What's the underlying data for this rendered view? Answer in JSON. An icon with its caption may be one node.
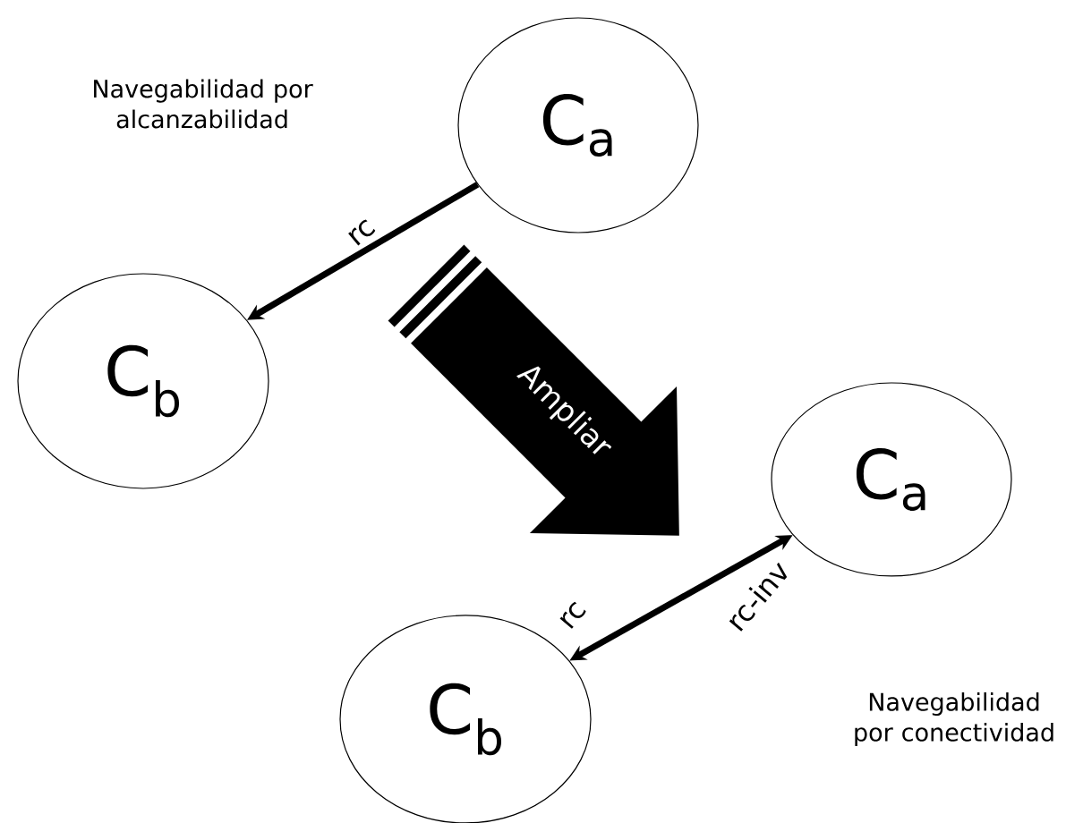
{
  "diagram": {
    "nodes": [
      {
        "text": [
          "C$_{a}$"
        ]
      },
      {
        "text": [
          "C$_{b}$"
        ]
      },
      {
        "text": [
          "C$_{a}$"
        ]
      },
      {
        "text": [
          "C$_{b}$"
        ]
      }
    ],
    "edges": [
      {
        "from": 0,
        "to": 1,
        "arrow": "to",
        "label": "rc"
      },
      {
        "from": 3,
        "to": 2,
        "arrow": "both",
        "label": "rc-inv"
      }
    ],
    "labels": [
      "Navegabilidad por alcanzabilidad",
      "Ampliar",
      "rc",
      "Navegabilidad por conectividad"
    ]
  }
}
